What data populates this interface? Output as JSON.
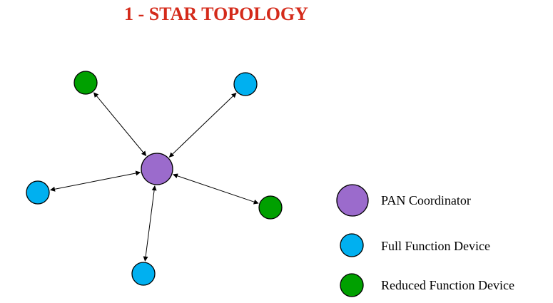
{
  "title": "1 - STAR TOPOLOGY",
  "colors": {
    "pan_coordinator": "#9b6bcc",
    "full_function_device": "#00b0f0",
    "reduced_function_device": "#00a000",
    "title": "#d42a1a"
  },
  "nodes": [
    {
      "id": "center",
      "role": "pan_coordinator"
    },
    {
      "id": "top-left",
      "role": "reduced_function_device"
    },
    {
      "id": "top-right",
      "role": "full_function_device"
    },
    {
      "id": "left",
      "role": "full_function_device"
    },
    {
      "id": "right",
      "role": "reduced_function_device"
    },
    {
      "id": "bottom",
      "role": "full_function_device"
    }
  ],
  "links": [
    {
      "from": "center",
      "to": "top-left",
      "bidirectional": true
    },
    {
      "from": "center",
      "to": "top-right",
      "bidirectional": true
    },
    {
      "from": "center",
      "to": "left",
      "bidirectional": true
    },
    {
      "from": "center",
      "to": "right",
      "bidirectional": true
    },
    {
      "from": "center",
      "to": "bottom",
      "bidirectional": true
    }
  ],
  "legend": [
    {
      "role": "pan_coordinator",
      "label": "PAN Coordinator"
    },
    {
      "role": "full_function_device",
      "label": "Full Function Device"
    },
    {
      "role": "reduced_function_device",
      "label": "Reduced Function Device"
    }
  ]
}
